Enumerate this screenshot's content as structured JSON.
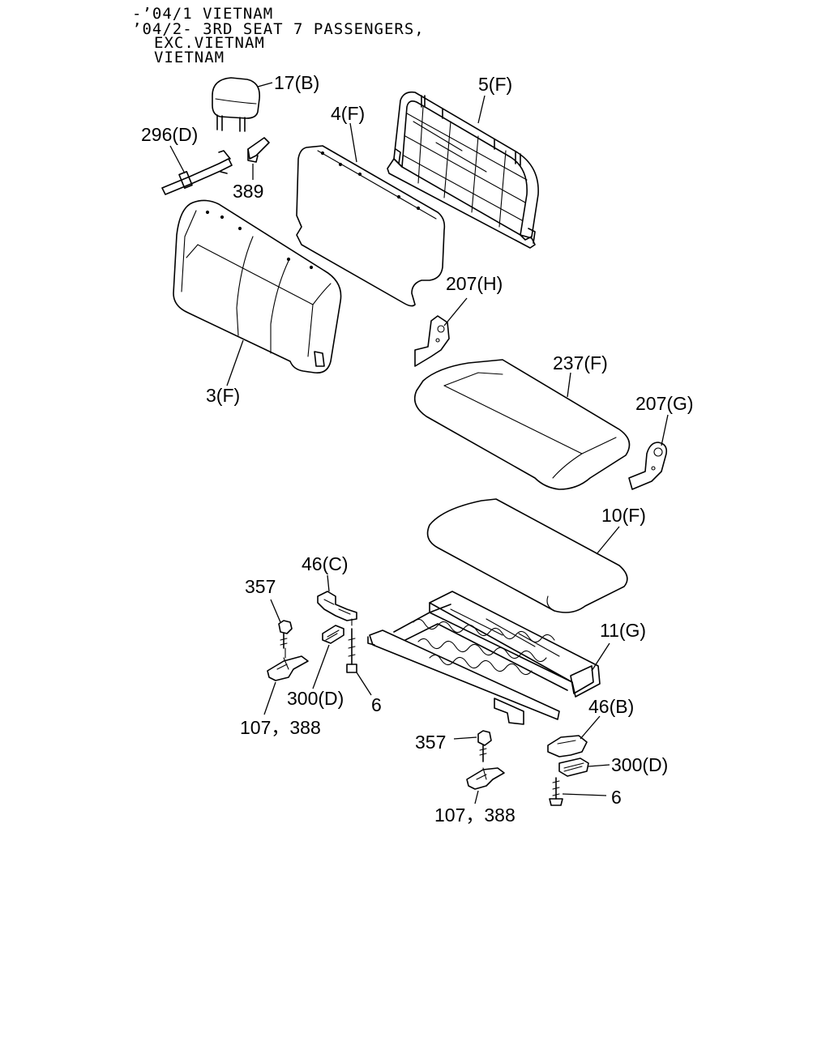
{
  "header": {
    "line1": "-’04/1 VIETNAM",
    "line2": "’04/2- 3RD SEAT 7 PASSENGERS,",
    "line3": "EXC.VIETNAM",
    "line4": "VIETNAM"
  },
  "callouts": {
    "headrest": "17(B)",
    "seat_back_frame": "5(F)",
    "seat_back_pad": "4(F)",
    "strap": "296(D)",
    "clip": "389",
    "seat_back_cover": "3(F)",
    "hinge_bracket_right_upper": "207(H)",
    "cushion_cover": "237(F)",
    "hinge_bracket_right": "207(G)",
    "cushion_pad": "10(F)",
    "lock_left": "46(C)",
    "bolt_left": "357",
    "cushion_frame": "11(G)",
    "spacer_left": "300(D)",
    "screw_left": "6",
    "striker_left": "107，388",
    "lock_right": "46(B)",
    "bolt_right": "357",
    "spacer_right": "300(D)",
    "screw_right": "6",
    "striker_right": "107，388"
  }
}
